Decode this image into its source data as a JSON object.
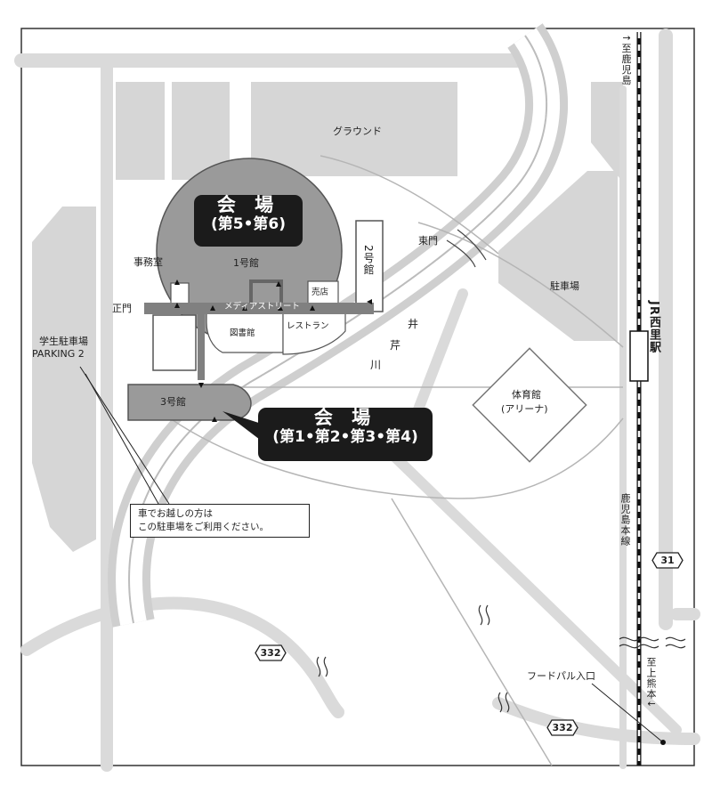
{
  "venues": {
    "main": {
      "title": "会 場",
      "rooms": "(第5•第6)"
    },
    "second": {
      "title": "会 場",
      "rooms": "(第1•第2•第3•第4)"
    }
  },
  "buildings": {
    "building1": "1号館",
    "building2": "2号館",
    "building3": "3号館",
    "office": "事務室",
    "library": "図書館",
    "restaurant": "レストラン",
    "shop": "売店",
    "gymnasium": "体育館",
    "gymnasium_sub": "(アリーナ)"
  },
  "places": {
    "ground": "グラウンド",
    "parking": "駐車場",
    "student_parking": "学生駐車場",
    "parking_en": "PARKING 2",
    "main_gate": "正門",
    "east_gate": "東門",
    "media_street": "メディアストリート",
    "river": [
      "井",
      "芹",
      "川"
    ],
    "food_pal": "フードパル入口"
  },
  "rail": {
    "to_kagoshima": "↑至鹿児島",
    "station": "JR西里駅",
    "line": "鹿児島本線",
    "to_kumamoto": "至上熊本↓"
  },
  "routes": [
    "31",
    "332",
    "332"
  ],
  "note": [
    "車でお越しの方は",
    "この駐車場をご利用ください。"
  ],
  "colors": {
    "venue_fill": "#9a9a9a",
    "road": "#dadada",
    "callout_bg": "#1b1b1b"
  }
}
